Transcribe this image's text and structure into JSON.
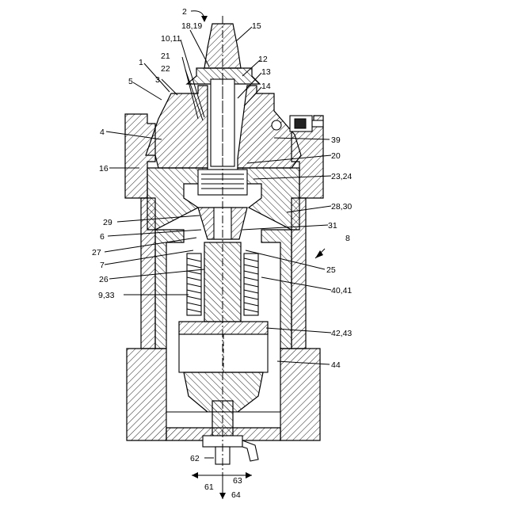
{
  "diagram": {
    "labels": [
      {
        "id": "l2",
        "text": "2"
      },
      {
        "id": "l15",
        "text": "15"
      },
      {
        "id": "l1819",
        "text": "18,19"
      },
      {
        "id": "l1011",
        "text": "10,11"
      },
      {
        "id": "l21",
        "text": "21"
      },
      {
        "id": "l12",
        "text": "12"
      },
      {
        "id": "l1",
        "text": "1"
      },
      {
        "id": "l22",
        "text": "22"
      },
      {
        "id": "l13",
        "text": "13"
      },
      {
        "id": "l3",
        "text": "3"
      },
      {
        "id": "l5",
        "text": "5"
      },
      {
        "id": "l14",
        "text": "14"
      },
      {
        "id": "l4",
        "text": "4"
      },
      {
        "id": "l39",
        "text": "39"
      },
      {
        "id": "l16",
        "text": "16"
      },
      {
        "id": "l20",
        "text": "20"
      },
      {
        "id": "l2324",
        "text": "23,24"
      },
      {
        "id": "l2830",
        "text": "28,30"
      },
      {
        "id": "l29",
        "text": "29"
      },
      {
        "id": "l31",
        "text": "31"
      },
      {
        "id": "l6",
        "text": "6"
      },
      {
        "id": "l8",
        "text": "8"
      },
      {
        "id": "l27",
        "text": "27"
      },
      {
        "id": "l7",
        "text": "7"
      },
      {
        "id": "l25",
        "text": "25"
      },
      {
        "id": "l26",
        "text": "26"
      },
      {
        "id": "l4041",
        "text": "40,41"
      },
      {
        "id": "l933",
        "text": "9,33"
      },
      {
        "id": "l4243",
        "text": "42,43"
      },
      {
        "id": "l44",
        "text": "44"
      },
      {
        "id": "l62",
        "text": "62"
      },
      {
        "id": "l63",
        "text": "63"
      },
      {
        "id": "l61",
        "text": "61"
      },
      {
        "id": "l64",
        "text": "64"
      }
    ]
  }
}
